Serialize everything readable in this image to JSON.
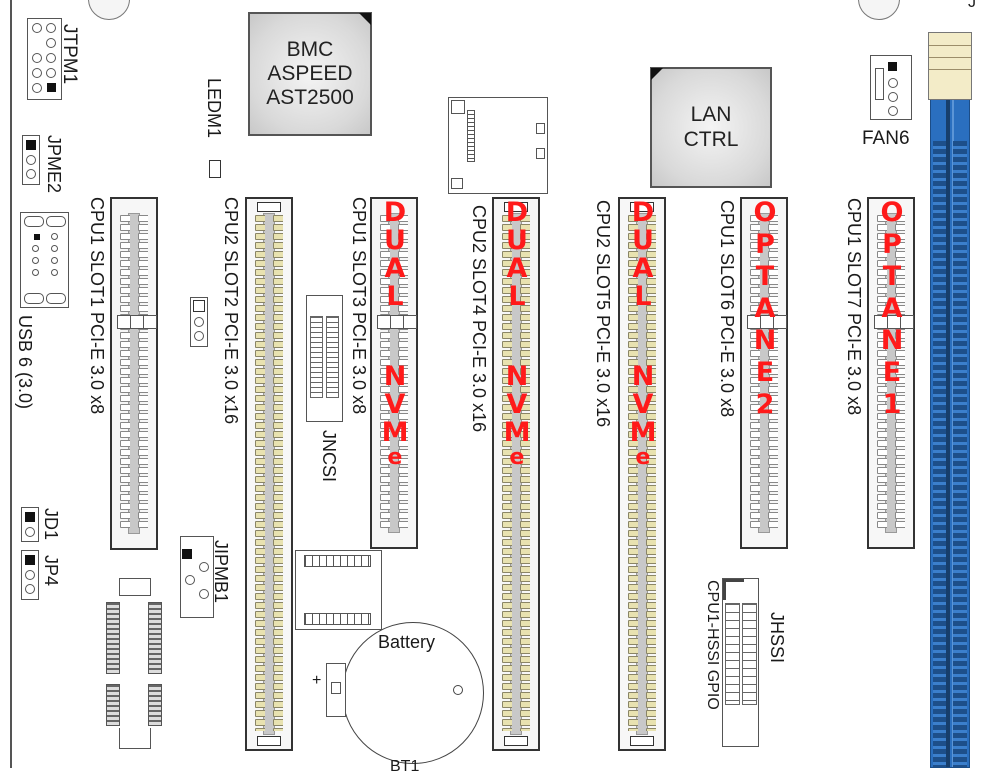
{
  "diagram": {
    "title": "Motherboard PCI-E slot layout",
    "chips": {
      "bmc": {
        "lines": [
          "BMC",
          "ASPEED",
          "AST2500"
        ]
      },
      "lan": {
        "lines": [
          "LAN",
          "CTRL"
        ]
      }
    },
    "headers": {
      "jtpm1": "JTPM1",
      "jpme2": "JPME2",
      "ledm1": "LEDM1",
      "usb6": "USB 6 (3.0)",
      "jd1": "JD1",
      "jp4": "JP4",
      "jipmb1": "JIPMB1",
      "jncsi": "JNCSI",
      "fan6": "FAN6",
      "jhssi": "JHSSI",
      "cpu1_hssi_gpio": "CPU1-HSSI GPIO",
      "battery": "Battery",
      "battery_plus": "+",
      "top_right_cut": "J",
      "bottom_cut": "BT1"
    },
    "slots": [
      {
        "label": "CPU1 SLOT1 PCI-E 3.0 x8",
        "annotation": ""
      },
      {
        "label": "CPU2 SLOT2 PCI-E 3.0 x16",
        "annotation": ""
      },
      {
        "label": "CPU1 SLOT3 PCI-E 3.0 x8",
        "annotation": "DUALNVMe"
      },
      {
        "label": "CPU2 SLOT4 PCI-E 3.0 x16",
        "annotation": "DUALNVMe"
      },
      {
        "label": "CPU2 SLOT5 PCI-E 3.0 x16",
        "annotation": "DUALNVMe"
      },
      {
        "label": "CPU1 SLOT6 PCI-E 3.0 x8",
        "annotation": "OPTANE2"
      },
      {
        "label": "CPU1 SLOT7 PCI-E 3.0 x8",
        "annotation": "OPTANE1"
      }
    ],
    "annotation_color": "#ff1a1a",
    "dimm_color": "#2a6fbf"
  }
}
